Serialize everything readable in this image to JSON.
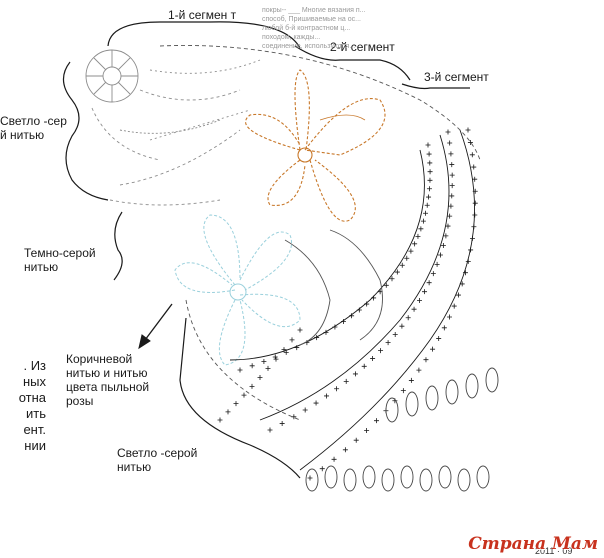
{
  "labels": {
    "segment1": "1-й сегмен т",
    "segment2": "2-й сегмент",
    "segment3": "3-й сегмент",
    "light_gray_top": "Светло -сер\nй нитью",
    "dark_gray": "Темно-серой\nнитью",
    "brown": "Коричневой\nнитью  и нитью\nцвета  пыльной\nрозы",
    "light_gray_bottom": "Светло -серой\nнитью"
  },
  "side_text": ". Из\nных\nотна\nить\nент.\nнии",
  "faint_text": "покры-- ___ Многие вязания п...\nспособ, Пришиваемые на ос...\nлюбой б-й контрастном ц...\nпоходом, кажды...\nсоединение, используются...",
  "page_number": "2011 · 09",
  "watermark": "Страна Мам",
  "colors": {
    "ink": "#1a1a1a",
    "gray_stitches": "#8c8c8c",
    "light_blue": "#9ad0dc",
    "brown": "#c8782a",
    "watermark": "#c8321e"
  }
}
